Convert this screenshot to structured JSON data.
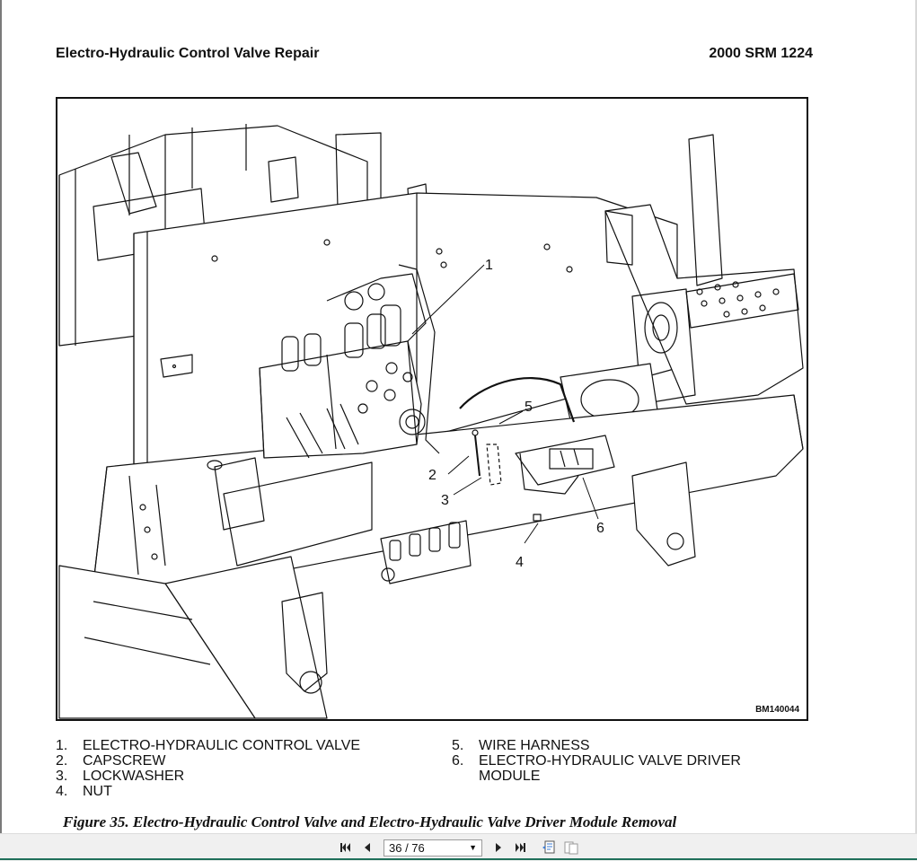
{
  "header": {
    "left_title": "Electro-Hydraulic Control Valve Repair",
    "right_title": "2000 SRM 1224"
  },
  "figure": {
    "id_label": "BM140044",
    "callouts": [
      "1",
      "2",
      "3",
      "4",
      "5",
      "6"
    ]
  },
  "legend": {
    "col1": [
      {
        "num": "1.",
        "text": "ELECTRO-HYDRAULIC CONTROL VALVE"
      },
      {
        "num": "2.",
        "text": "CAPSCREW"
      },
      {
        "num": "3.",
        "text": "LOCKWASHER"
      },
      {
        "num": "4.",
        "text": "NUT"
      }
    ],
    "col2": [
      {
        "num": "5.",
        "text": "WIRE HARNESS"
      },
      {
        "num": "6.",
        "text": "ELECTRO-HYDRAULIC VALVE DRIVER MODULE"
      }
    ]
  },
  "caption": "Figure 35. Electro-Hydraulic Control Valve and Electro-Hydraulic Valve Driver Module Removal",
  "toolbar": {
    "page_indicator": "36 / 76",
    "icons": [
      "first-page-icon",
      "prev-page-icon",
      "next-page-icon",
      "last-page-icon",
      "single-page-view-icon",
      "two-page-view-icon"
    ]
  }
}
